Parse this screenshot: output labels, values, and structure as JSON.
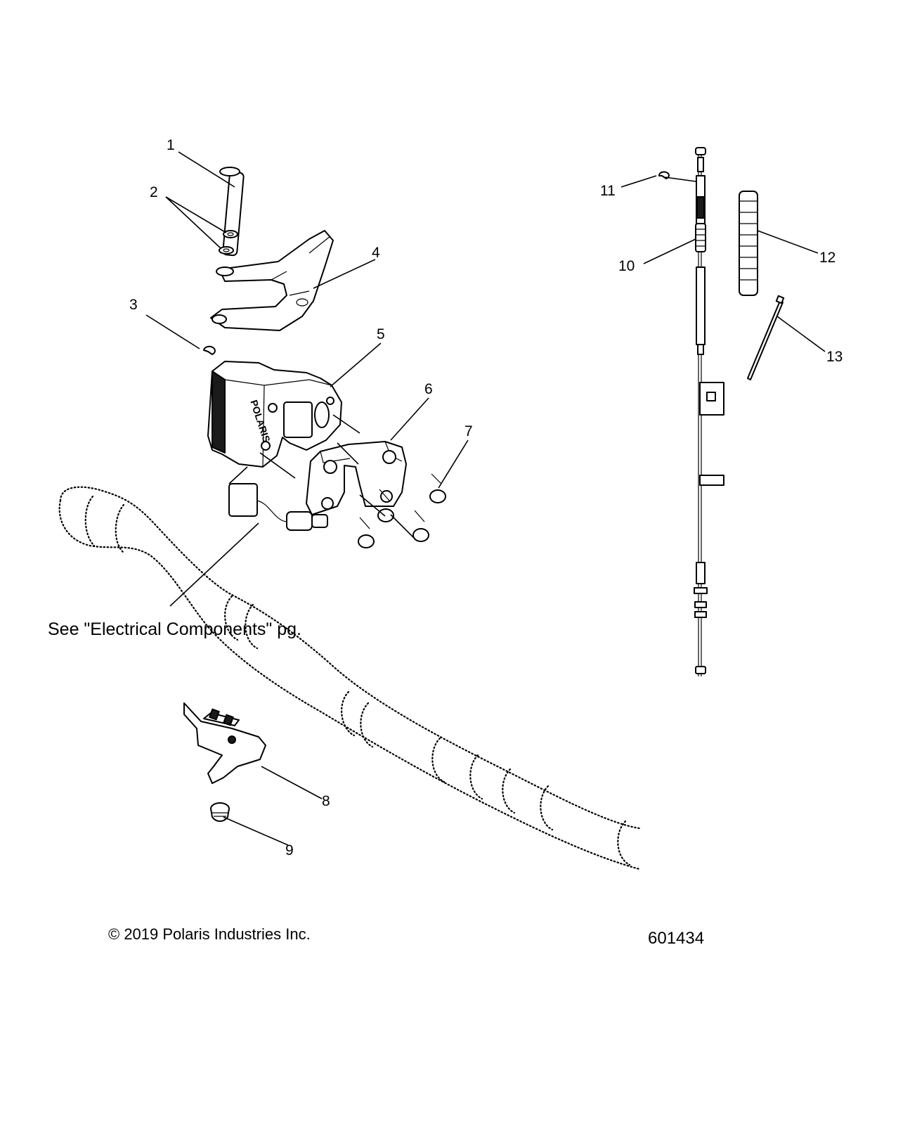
{
  "callouts": [
    "1",
    "2",
    "3",
    "4",
    "5",
    "6",
    "7",
    "8",
    "9",
    "10",
    "11",
    "12",
    "13"
  ],
  "note": "See \"Electrical Components\" pg.",
  "copyright": "© 2019 Polaris Industries Inc.",
  "diagram_id": "601434",
  "brand_mark": "POLARIS"
}
